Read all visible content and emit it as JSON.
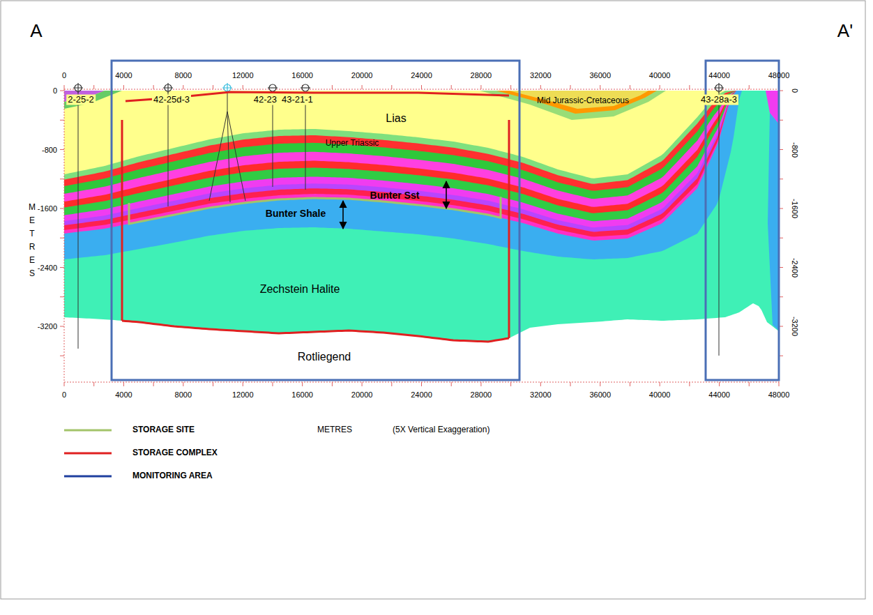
{
  "diagram": {
    "labels": [
      "A",
      "A'",
      "0",
      "4000",
      "8000",
      "12000",
      "16000",
      "20000",
      "24000",
      "28000",
      "32000",
      "36000",
      "40000",
      "44000",
      "48000",
      "0",
      "-800",
      "-1600",
      "-2400",
      "-3200",
      "0",
      "-800",
      "-1600",
      "-2400",
      "-3200",
      "0",
      "4000",
      "8000",
      "12000",
      "16000",
      "20000",
      "24000",
      "28000",
      "32000",
      "36000",
      "40000",
      "44000",
      "48000",
      "2-25-2",
      "42-25d-3",
      "42-23",
      "43-21-1",
      "43-28a-3",
      "Mid Jurassic-Cretaceous",
      "Lias",
      "Upper Triassic",
      "Bunter Sst",
      "Bunter Shale",
      "Zechstein Halite",
      "Rotliegend",
      "METRES",
      "METRES",
      "(5X Vertical Exaggeration)"
    ],
    "legend": [
      {
        "text": "STORAGE SITE"
      },
      {
        "text": "STORAGE COMPLEX"
      },
      {
        "text": "MONITORING AREA"
      }
    ]
  }
}
